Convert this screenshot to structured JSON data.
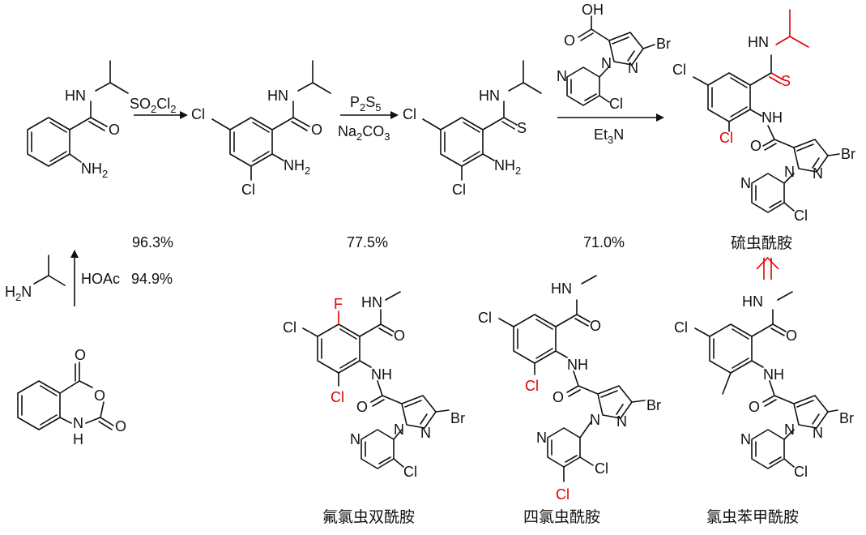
{
  "reagents": {
    "step1": "SO2Cl2",
    "step2_top": "P2S5",
    "step2_bottom": "Na2CO3",
    "step3_bottom": "Et3N",
    "amine_reagent": "HOAc"
  },
  "yields": {
    "step1": "96.3%",
    "step2": "77.5%",
    "step3": "71.0%",
    "amine_step": "94.9%"
  },
  "compound_names": {
    "product": "硫虫酰胺",
    "analog_1": "氟氯虫双酰胺",
    "analog_2": "四氯虫酰胺",
    "analog_3": "氯虫苯甲酰胺"
  },
  "atom_labels": {
    "HN": "HN",
    "NH": "NH",
    "NH2": "NH2",
    "H2N": "H2N",
    "O": "O",
    "S": "S",
    "Cl": "Cl",
    "Br": "Br",
    "F": "F",
    "N": "N",
    "H": "H",
    "OH": "OH"
  },
  "colors": {
    "highlight": "#e00000",
    "ink": "#111111"
  }
}
